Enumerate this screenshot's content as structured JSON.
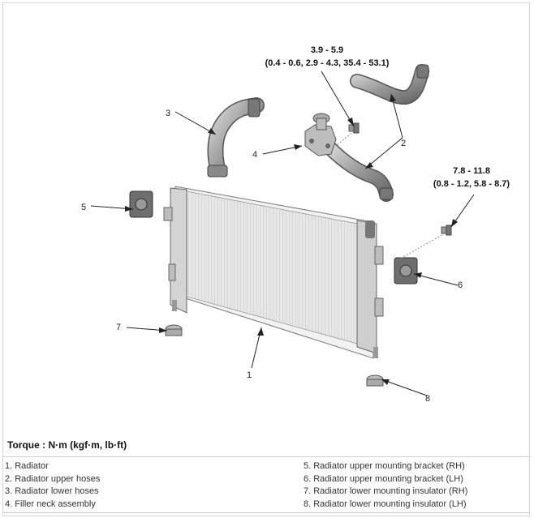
{
  "specs": {
    "upper": {
      "line1": "3.9 - 5.9",
      "line2": "(0.4 - 0.6, 2.9 - 4.3, 35.4 - 53.1)"
    },
    "right": {
      "line1": "7.8 - 11.8",
      "line2": "(0.8 - 1.2, 5.8 - 8.7)"
    }
  },
  "callouts": [
    "1",
    "2",
    "3",
    "4",
    "5",
    "6",
    "7",
    "8"
  ],
  "torque_label": "Torque : N·m (kgf·m, lb·ft)",
  "legend_left": [
    "1. Radiator",
    "2. Radiator upper hoses",
    "3. Radiator lower hoses",
    "4. Filler neck assembly"
  ],
  "legend_right": [
    "5. Radiator upper mounting bracket (RH)",
    "6. Radiator upper mounting bracket (LH)",
    "7. Radiator lower mounting insulator (RH)",
    "8. Radiator lower mounting insulator (LH)"
  ]
}
